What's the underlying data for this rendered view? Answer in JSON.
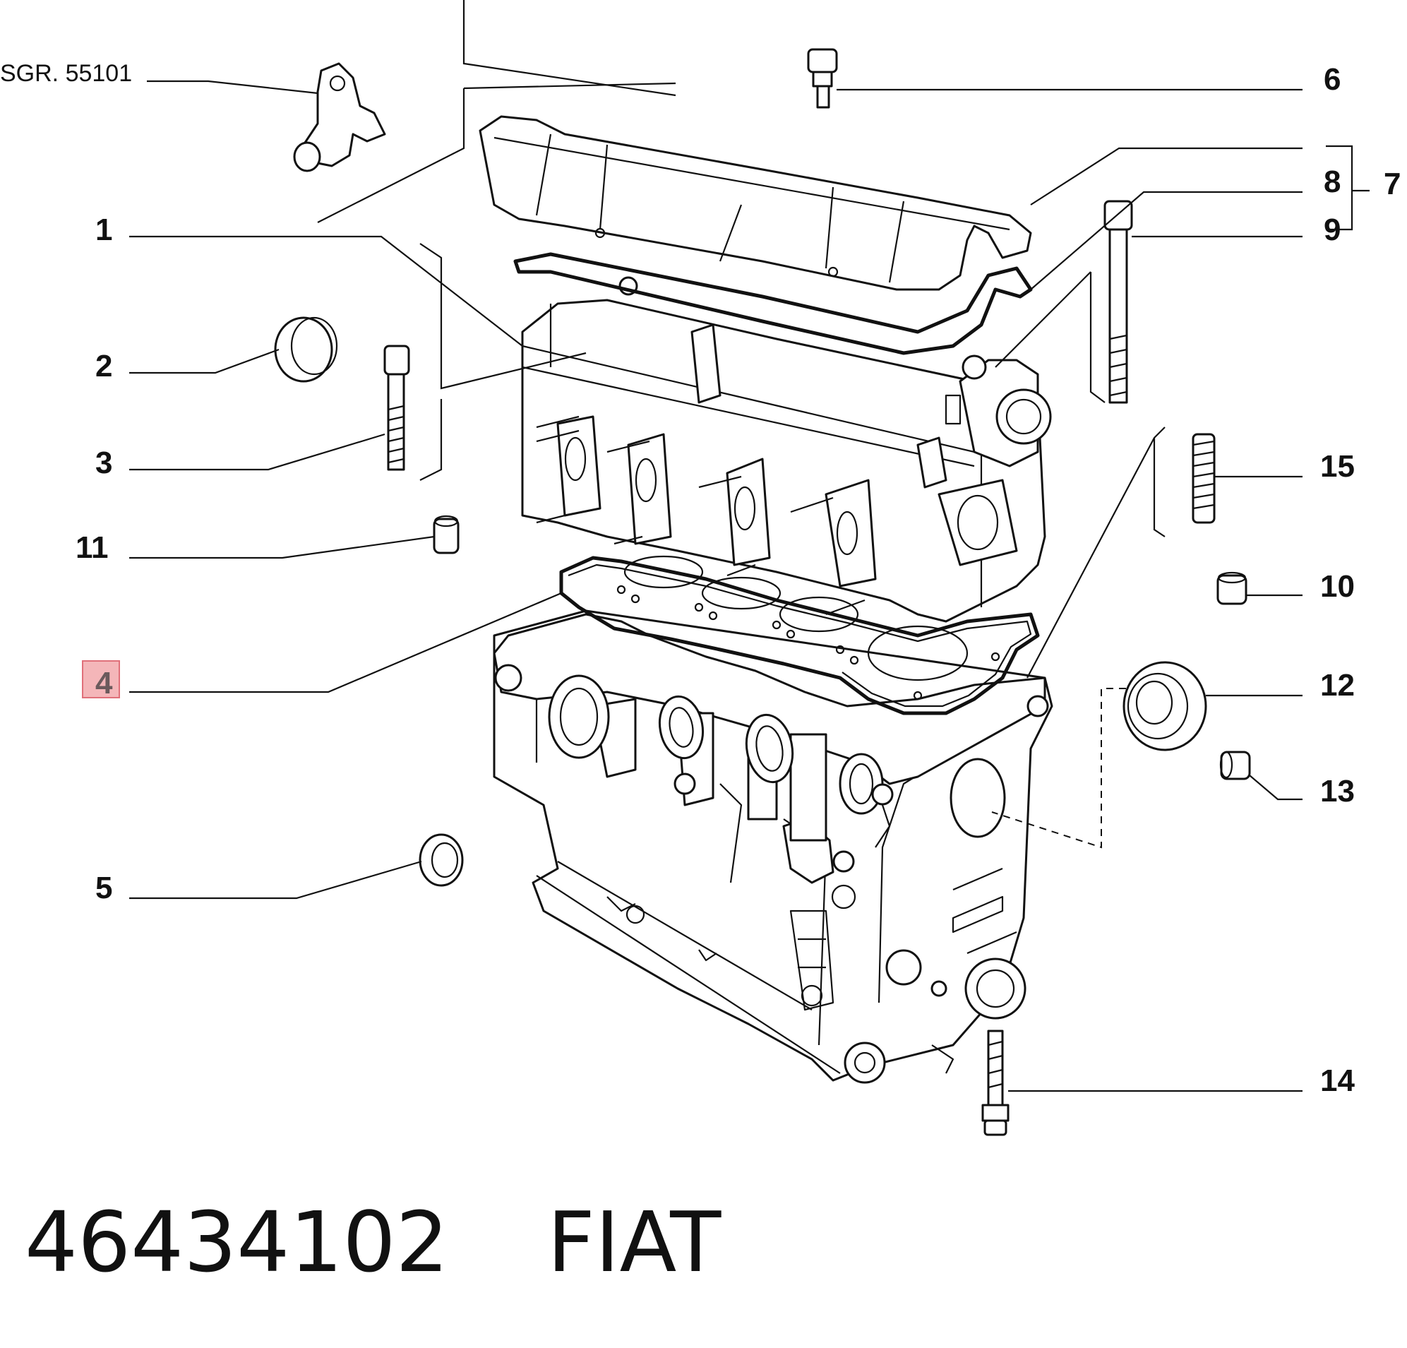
{
  "diagram": {
    "reference_label": "SGR. 55101",
    "callouts": [
      "1",
      "2",
      "3",
      "4",
      "5",
      "6",
      "7",
      "8",
      "9",
      "10",
      "11",
      "12",
      "13",
      "14",
      "15"
    ],
    "highlighted_callout": "4",
    "highlight_color": "#f4b6b9"
  },
  "caption": {
    "part_number": "46434102",
    "brand": "FIAT"
  }
}
